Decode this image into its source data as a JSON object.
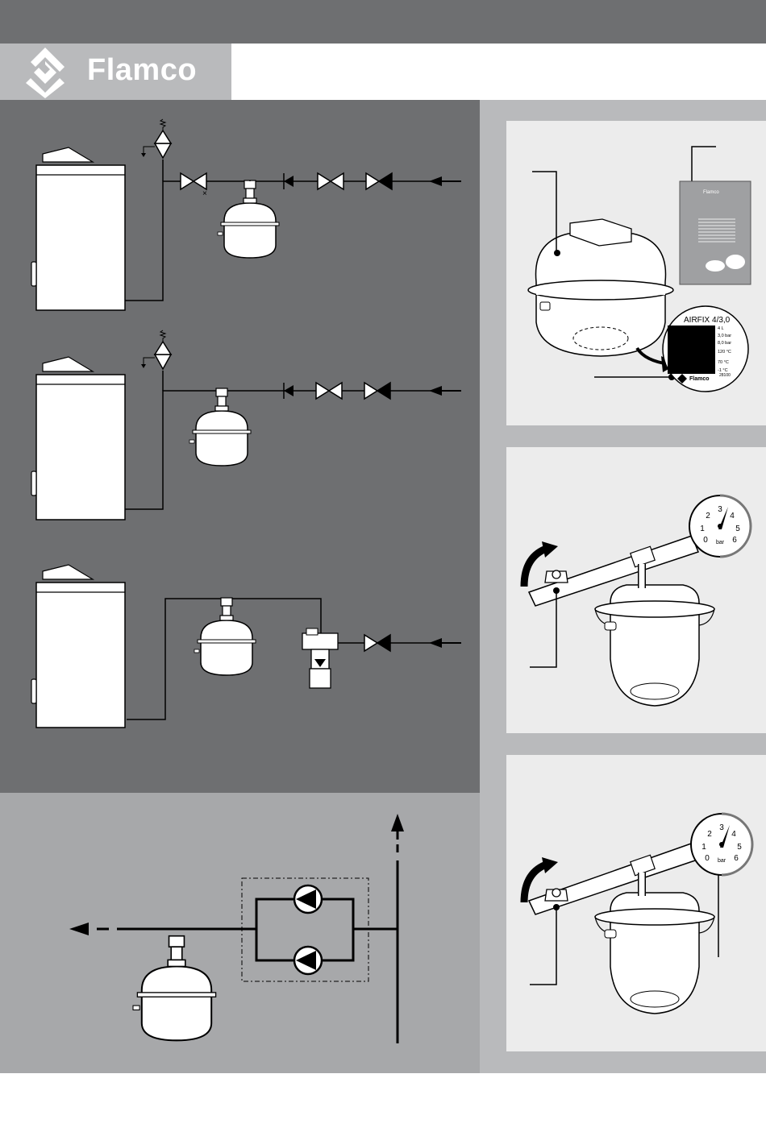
{
  "header": {
    "brand_name": "Flamco",
    "colors": {
      "dark_gray": "#6e6f71",
      "mid_gray": "#a7a8aa",
      "light_gray": "#b9babc",
      "panel": "#ececec"
    }
  },
  "label_plate": {
    "model": "AIRFIX 4/3,0",
    "rows": [
      "4 L",
      "3,0 bar",
      "8,0 bar",
      "120 °C",
      "70 °C",
      "-1 °C"
    ],
    "brand": "Flamco",
    "code": "28100"
  },
  "gauge_1": {
    "ticks": [
      "0",
      "1",
      "2",
      "3",
      "4",
      "5",
      "6"
    ],
    "unit": "bar"
  },
  "gauge_2": {
    "ticks": [
      "0",
      "1",
      "2",
      "3",
      "4",
      "5",
      "6"
    ],
    "unit": "bar"
  },
  "icons": [
    "flamco-logo-icon",
    "pump-icon",
    "valve-icon",
    "safety-valve-icon",
    "expansion-vessel-icon",
    "pressure-gauge-icon",
    "arrow-icon"
  ]
}
